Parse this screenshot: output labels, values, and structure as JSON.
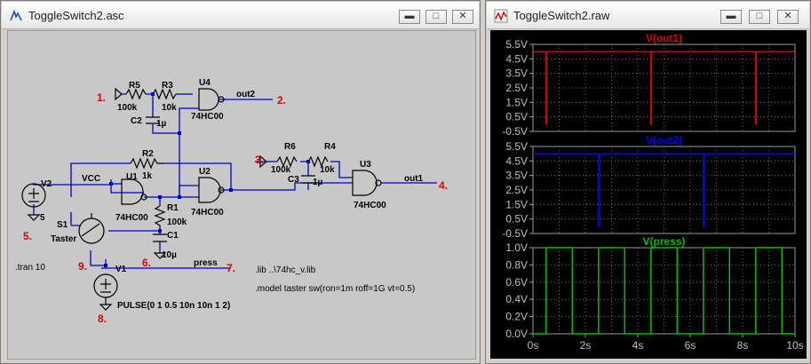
{
  "left_window": {
    "title": "ToggleSwitch2.asc",
    "buttons": {
      "minimize": "▬",
      "maximize": "□",
      "close": "✕"
    },
    "schematic": {
      "components": {
        "r5": "R5",
        "r5_val": "100k",
        "r3": "R3",
        "r3_val": "10k",
        "c2": "C2",
        "c2_val": "1µ",
        "u4": "U4",
        "u4_type": "74HC00",
        "r2": "R2",
        "r2_val": "1k",
        "r6": "R6",
        "r6_val": "100k",
        "r4": "R4",
        "r4_val": "10k",
        "c3": "C3",
        "c3_val": "1µ",
        "u3": "U3",
        "u3_type": "74HC00",
        "v2": "V2",
        "v2_val": "5",
        "vcc": "VCC",
        "u1": "U1",
        "u1_type": "74HC00",
        "u2": "U2",
        "u2_type": "74HC00",
        "r1": "R1",
        "r1_val": "100k",
        "c1": "C1",
        "c1_val": "10µ",
        "s1": "S1",
        "s1_model": "Taster",
        "v1": "V1",
        "v1_val": "PULSE(0 1 0.5 10n 10n 1 2)"
      },
      "nets": {
        "out1": "out1",
        "out2": "out2",
        "press": "press"
      },
      "directives": {
        "tran": ".tran 10",
        "lib": ".lib ..\\74hc_v.lib",
        "model": ".model taster sw(ron=1m roff=1G vt=0.5)"
      },
      "markers": [
        "1.",
        "2.",
        "3.",
        "4.",
        "5.",
        "6.",
        "7.",
        "8.",
        "9."
      ]
    }
  },
  "right_window": {
    "title": "ToggleSwitch2.raw",
    "buttons": {
      "minimize": "▬",
      "maximize": "□",
      "close": "✕"
    }
  },
  "colors": {
    "out1_trace": "#e00000",
    "out2_trace": "#0000ff",
    "press_trace": "#00c000",
    "marker": "#e00000",
    "wire": "#0000cc",
    "component": "#000000"
  },
  "chart_data": [
    {
      "type": "line",
      "title": "V(out1)",
      "yticks": [
        "5.5V",
        "4.5V",
        "3.5V",
        "2.5V",
        "1.5V",
        "0.5V",
        "-0.5V"
      ],
      "xticks": [],
      "ylim": [
        -0.5,
        5.5
      ],
      "xlim": [
        0,
        10
      ],
      "grid": true,
      "series": [
        {
          "x": [
            0,
            0.5,
            0.5,
            0.52,
            0.52,
            4.5,
            4.5,
            4.52,
            4.52,
            8.5,
            8.5,
            8.52,
            8.52,
            10
          ],
          "values": [
            5,
            5,
            0,
            0,
            5,
            5,
            0,
            0,
            5,
            5,
            0,
            0,
            5,
            5
          ]
        }
      ]
    },
    {
      "type": "line",
      "title": "V(out2)",
      "yticks": [
        "5.5V",
        "4.5V",
        "3.5V",
        "2.5V",
        "1.5V",
        "0.5V",
        "-0.5V"
      ],
      "xticks": [],
      "ylim": [
        -0.5,
        5.5
      ],
      "xlim": [
        0,
        10
      ],
      "grid": true,
      "series": [
        {
          "x": [
            0,
            2.5,
            2.5,
            2.52,
            2.52,
            6.5,
            6.5,
            6.52,
            6.52,
            10
          ],
          "values": [
            5,
            5,
            0,
            0,
            5,
            5,
            0,
            0,
            5,
            5
          ]
        }
      ]
    },
    {
      "type": "line",
      "title": "V(press)",
      "yticks": [
        "1.0V",
        "0.8V",
        "0.6V",
        "0.4V",
        "0.2V",
        "0.0V"
      ],
      "xticks": [
        "0s",
        "2s",
        "4s",
        "6s",
        "8s",
        "10s"
      ],
      "ylim": [
        0,
        1
      ],
      "xlim": [
        0,
        10
      ],
      "grid": true,
      "series": [
        {
          "x": [
            0,
            0.5,
            0.5,
            1.5,
            1.5,
            2.5,
            2.5,
            3.5,
            3.5,
            4.5,
            4.5,
            5.5,
            5.5,
            6.5,
            6.5,
            7.5,
            7.5,
            8.5,
            8.5,
            9.5,
            9.5,
            10
          ],
          "values": [
            0,
            0,
            1,
            1,
            0,
            0,
            1,
            1,
            0,
            0,
            1,
            1,
            0,
            0,
            1,
            1,
            0,
            0,
            1,
            1,
            0,
            0
          ]
        }
      ]
    }
  ]
}
